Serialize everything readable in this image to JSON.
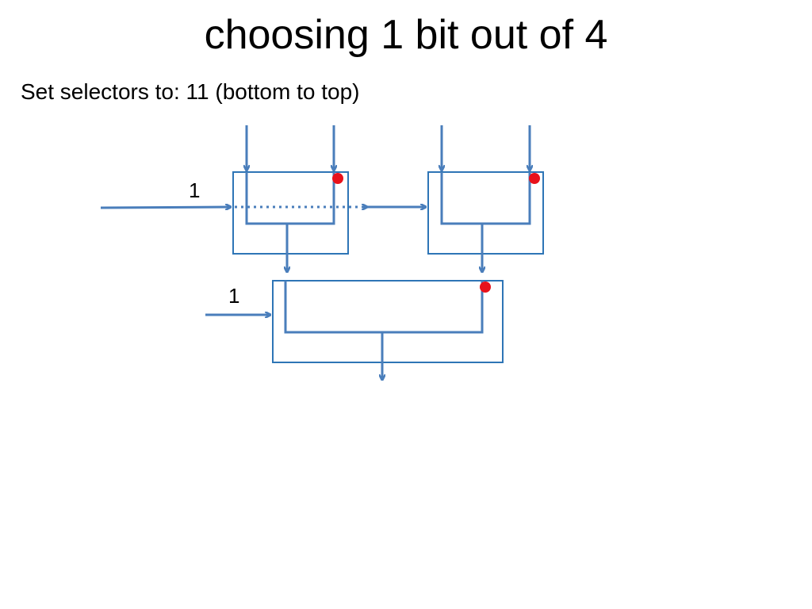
{
  "slide": {
    "title": "choosing 1 bit out of 4",
    "subtitle": "Set selectors to: 11 (bottom to top)"
  },
  "diagram": {
    "selector_labels": [
      "1",
      "1"
    ],
    "colors": {
      "wire": "#4a7ebb",
      "box_stroke": "#2e75b6",
      "selected_dot": "#e8121b"
    }
  }
}
